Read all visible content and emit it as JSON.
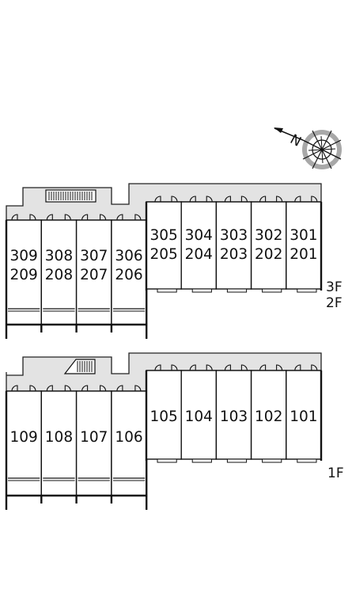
{
  "compass": {
    "north_label": "N",
    "icon": "compass-rose-icon"
  },
  "upper_plan": {
    "floor_labels": [
      "3F",
      "2F"
    ],
    "wing_left": [
      {
        "top": "309",
        "bottom": "209"
      },
      {
        "top": "308",
        "bottom": "208"
      },
      {
        "top": "307",
        "bottom": "207"
      },
      {
        "top": "306",
        "bottom": "206"
      }
    ],
    "wing_right": [
      {
        "top": "305",
        "bottom": "205"
      },
      {
        "top": "304",
        "bottom": "204"
      },
      {
        "top": "303",
        "bottom": "203"
      },
      {
        "top": "302",
        "bottom": "202"
      },
      {
        "top": "301",
        "bottom": "201"
      }
    ]
  },
  "lower_plan": {
    "floor_label": "1F",
    "wing_left": [
      "109",
      "108",
      "107",
      "106"
    ],
    "wing_right": [
      "105",
      "104",
      "103",
      "102",
      "101"
    ]
  },
  "colors": {
    "corridor": "#e3e3e3",
    "line": "#111111"
  }
}
